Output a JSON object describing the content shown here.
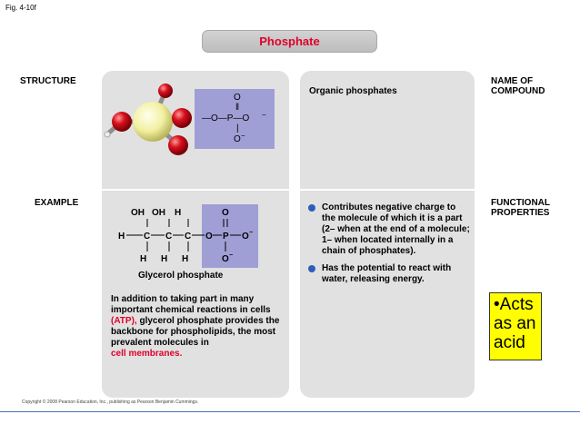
{
  "figure_label": "Fig. 4-10f",
  "title": "Phosphate",
  "row_labels": {
    "structure": "STRUCTURE",
    "example": "EXAMPLE"
  },
  "column_labels": {
    "name_line1": "NAME OF",
    "name_line2": "COMPOUND",
    "func_line1": "FUNCTIONAL",
    "func_line2": "PROPERTIES"
  },
  "structure_formula": {
    "o_top": "O",
    "double_bond": "‖",
    "left_o": "—O—P—O",
    "minus_right": "−",
    "single_bond": "|",
    "o_bottom": "O",
    "minus_bottom": "−"
  },
  "example": {
    "caption": "Glycerol phosphate",
    "text_before": "In addition to taking part in many important chemical reactions in cells ",
    "text_red1": "(ATP),",
    "text_middle": " glycerol phosphate provides the backbone for phospholipids, the most prevalent molecules in",
    "text_red2": "cell membranes."
  },
  "compound_name": "Organic phosphates",
  "functional_properties": [
    "Contributes negative charge to the molecule of which it is a part (2– when at the end of a molecule; 1– when located internally in a chain of phosphates).",
    "Has the potential to react with water, releasing energy."
  ],
  "acid_note": "•Acts as an acid",
  "copyright": "Copyright © 2008 Pearson Education, Inc., publishing as Pearson Benjamin Cummings.",
  "colors": {
    "title_red": "#e0002a",
    "panel_gray": "#e1e1e1",
    "formula_purple": "#9f9fd6",
    "bullet_blue": "#2c5fb8",
    "note_yellow": "#fefe00",
    "oxygen_red": "#d8101c",
    "phosphorus_yellow": "#f2f0a0"
  }
}
